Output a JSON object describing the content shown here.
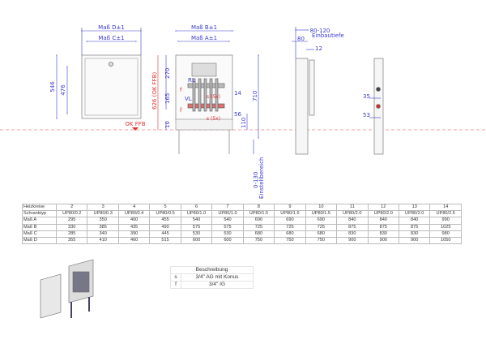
{
  "drawing": {
    "front": {
      "dim_d": "Maß D±1",
      "dim_c": "Maß C±1",
      "h_outer": "546",
      "h_inner": "476",
      "floor": "OK FFB"
    },
    "open": {
      "dim_b": "Maß B±1",
      "dim_a": "Maß A±1",
      "h_total": "626 (OK FFB)",
      "d270": "270",
      "d165": "165",
      "d10": "10",
      "d710": "710",
      "d110": "110",
      "d14": "14",
      "d56": "56",
      "rl": "RL",
      "vl": "VL",
      "s5x_top": "s (5x)",
      "s5x_bot": "s (5x)",
      "f_top": "f",
      "f_bot": "f",
      "adjust": "0-130",
      "adjust_label": "Einstellbereich"
    },
    "side": {
      "depth": "80-120",
      "depth_label": "Einbautiefe",
      "d80": "80",
      "d12": "12"
    },
    "right": {
      "d35": "35",
      "d53": "53"
    }
  },
  "spec_table": {
    "rows": [
      {
        "label": "Heizkreise",
        "values": [
          "2",
          "3",
          "4",
          "5",
          "6",
          "7",
          "8",
          "9",
          "10",
          "11",
          "12",
          "13",
          "14"
        ]
      },
      {
        "label": "Schranktyp",
        "values": [
          "UP80/0.2",
          "UP80/0.3",
          "UP80/0.4",
          "UP80/0.5",
          "UP80/1.0",
          "UP80/1.0",
          "UP80/1.5",
          "UP80/1.5",
          "UP80/1.5",
          "UP80/2.0",
          "UP80/2.0",
          "UP80/2.0",
          "UP80/2.5"
        ]
      },
      {
        "label": "Maß A",
        "values": [
          "295",
          "350",
          "400",
          "455",
          "540",
          "540",
          "690",
          "690",
          "690",
          "840",
          "840",
          "840",
          "990"
        ]
      },
      {
        "label": "Maß B",
        "values": [
          "330",
          "385",
          "435",
          "490",
          "575",
          "575",
          "725",
          "725",
          "725",
          "875",
          "875",
          "875",
          "1025"
        ]
      },
      {
        "label": "Maß C",
        "values": [
          "285",
          "340",
          "390",
          "445",
          "530",
          "530",
          "680",
          "680",
          "680",
          "830",
          "830",
          "830",
          "980"
        ]
      },
      {
        "label": "Maß D",
        "values": [
          "355",
          "410",
          "460",
          "515",
          "600",
          "600",
          "750",
          "750",
          "750",
          "900",
          "900",
          "900",
          "1050"
        ]
      }
    ]
  },
  "description": {
    "header": "Beschreibung",
    "rows": [
      {
        "key": "s",
        "value": "3/4\" AG mit Konus"
      },
      {
        "key": "f",
        "value": "3/4\" IG"
      }
    ]
  }
}
